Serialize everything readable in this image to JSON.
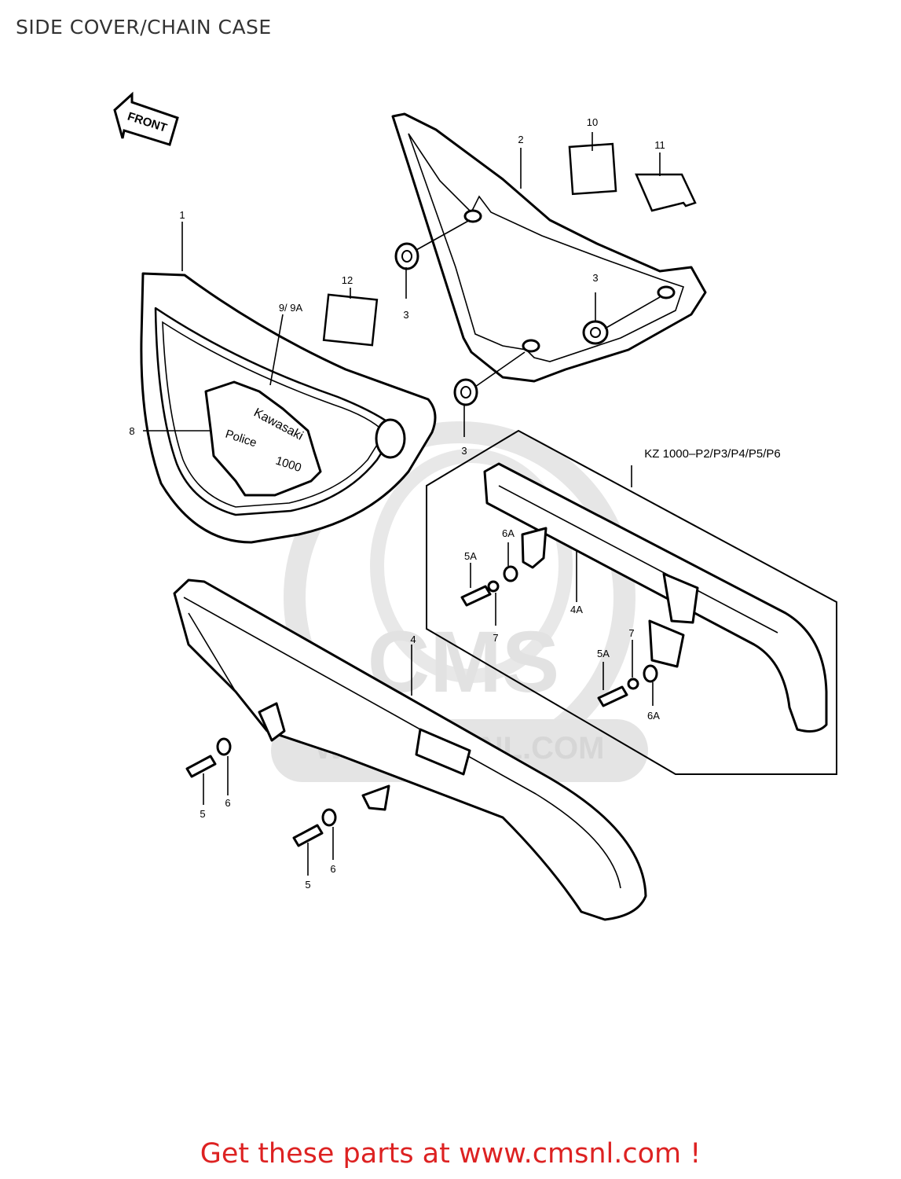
{
  "page": {
    "title": "SIDE COVER/CHAIN CASE",
    "cta": "Get these parts at www.cmsnl.com !"
  },
  "diagram": {
    "front_arrow": "FRONT",
    "emblem": {
      "line1": "Kawasaki",
      "line2": "Police",
      "line3": "1000"
    },
    "variant_label": "KZ 1000–P2/P3/P4/P5/P6",
    "watermark": {
      "brand": "CMS",
      "url": "WWW.CMSNL.COM"
    },
    "callouts": {
      "c1": "1",
      "c2": "2",
      "c3a": "3",
      "c3b": "3",
      "c3c": "3",
      "c4": "4",
      "c4a": "4A",
      "c5a": "5",
      "c5b": "5",
      "c5Aa": "5A",
      "c5Ab": "5A",
      "c6a": "6",
      "c6b": "6",
      "c6Aa": "6A",
      "c6Ab": "6A",
      "c7a": "7",
      "c7b": "7",
      "c8": "8",
      "c9": "9/ 9A",
      "c10": "10",
      "c11": "11",
      "c12": "12"
    }
  }
}
